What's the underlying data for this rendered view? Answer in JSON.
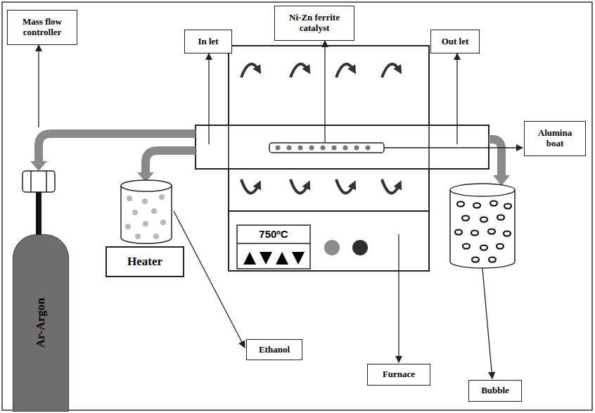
{
  "diagram": {
    "nodes": [
      {
        "text": [
          "Mass flow controller"
        ]
      },
      {
        "text": [
          "In let"
        ]
      },
      {
        "text": [
          "Ni-Zn ferrite catalyst"
        ]
      },
      {
        "text": [
          "Out let"
        ]
      },
      {
        "text": [
          "Alumina boat"
        ]
      },
      {
        "text": [
          "750ºC"
        ]
      },
      {
        "text": [
          "Heater"
        ]
      },
      {
        "text": [
          "Ethanol"
        ]
      },
      {
        "text": [
          "Furnace"
        ]
      },
      {
        "text": [
          "Bubble"
        ]
      },
      {
        "text": [
          "Ar-Argon"
        ]
      }
    ]
  }
}
